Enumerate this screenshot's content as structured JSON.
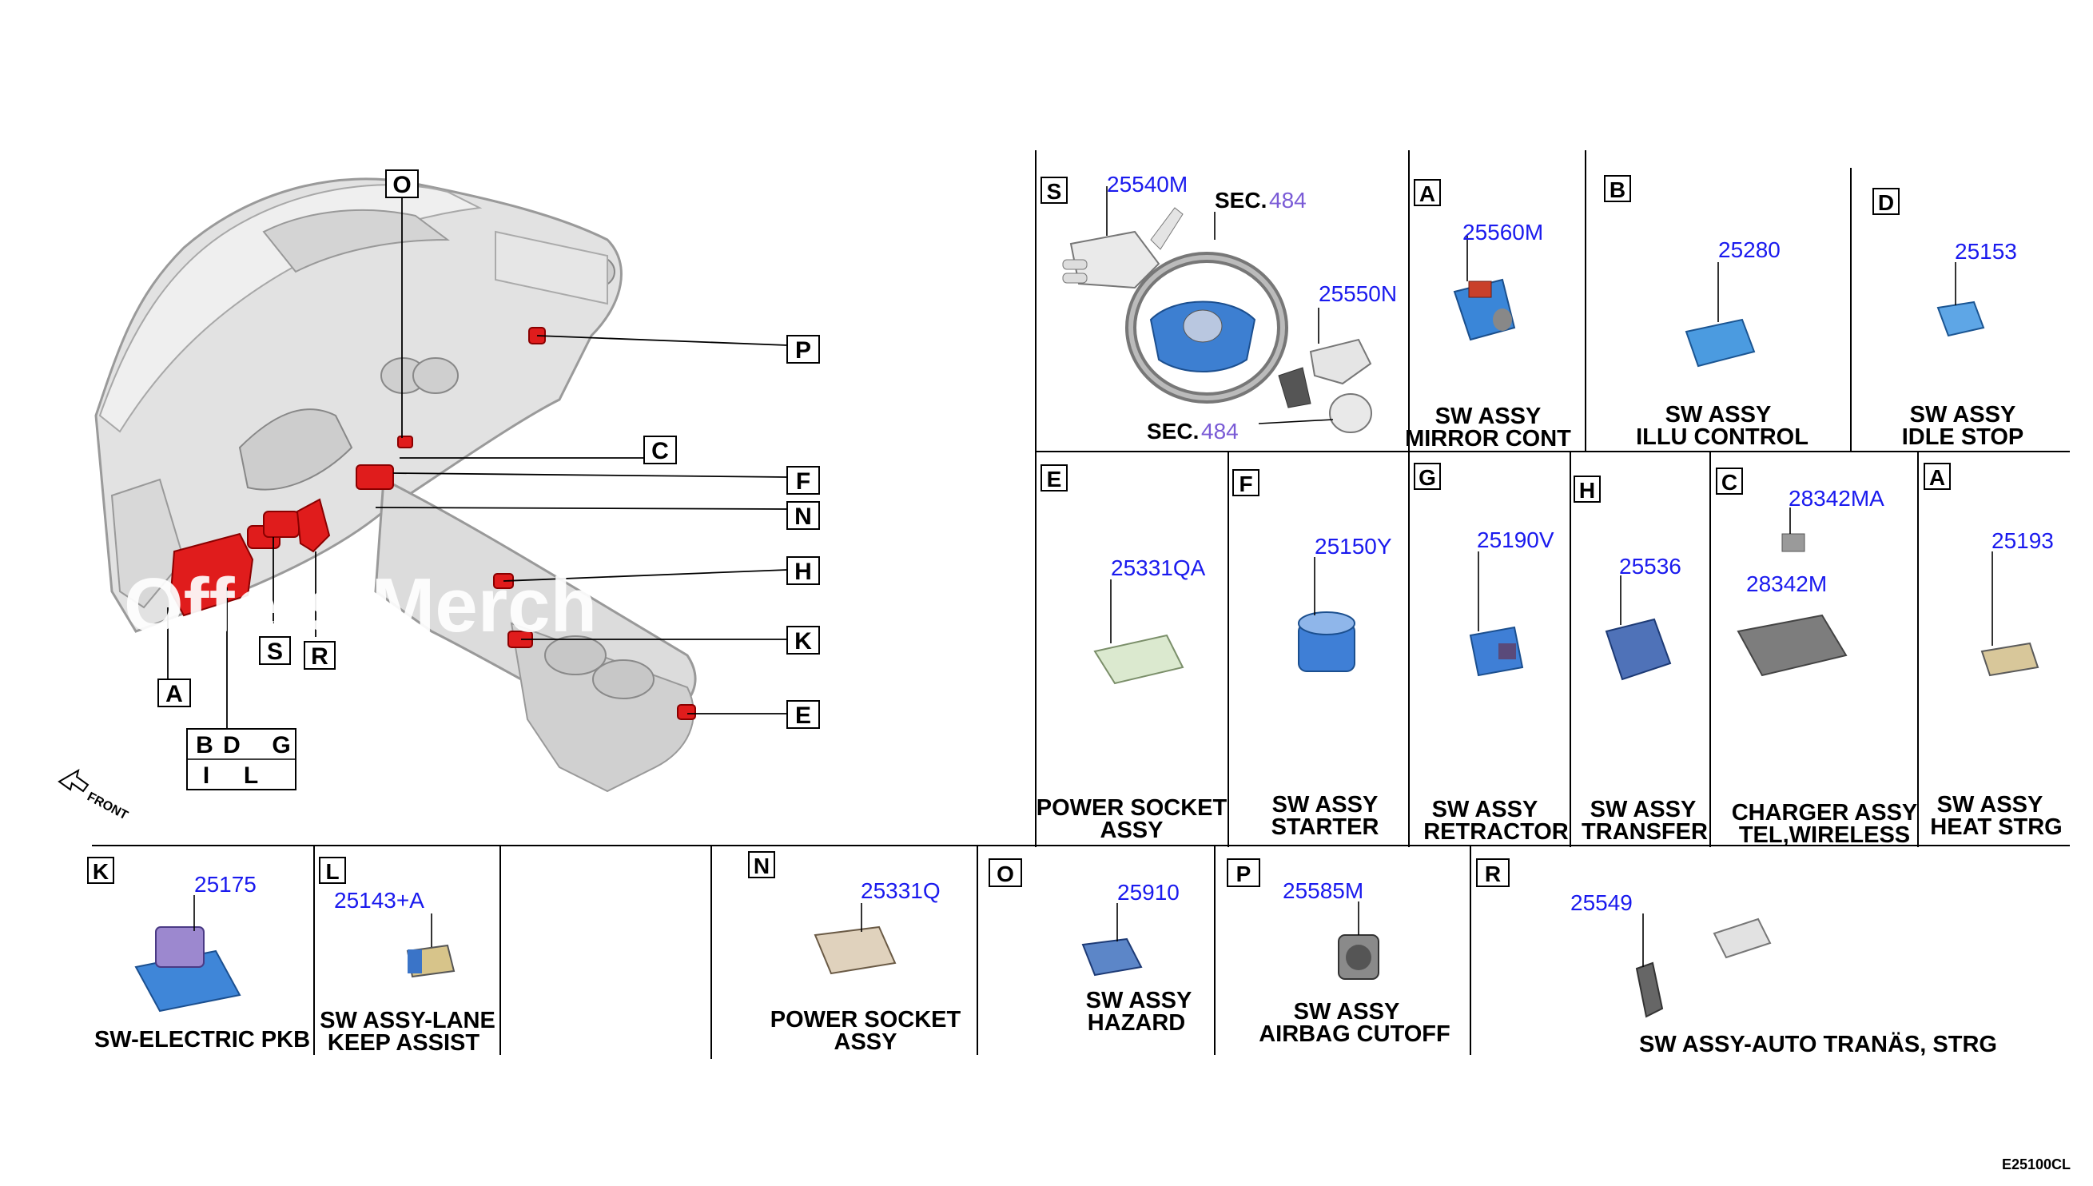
{
  "callouts": {
    "O": "O",
    "P": "P",
    "C": "C",
    "F": "F",
    "N": "N",
    "H": "H",
    "K": "K",
    "E": "E",
    "A": "A",
    "S": "S",
    "R": "R",
    "B": "B",
    "D": "D",
    "G": "G",
    "I": "I",
    "L": "L"
  },
  "front_label": "FRONT",
  "watermark": "Offers Merch",
  "diagram_code": "E25100CL",
  "panels": {
    "S": {
      "letter": "S",
      "pn1": "25540M",
      "pn2": "25550N",
      "sec_label": "SEC.",
      "sec_num": "484"
    },
    "A1": {
      "letter": "A",
      "pn": "25560M",
      "name1": "SW ASSY",
      "name2": "MIRROR CONT"
    },
    "B": {
      "letter": "B",
      "pn": "25280",
      "name1": "SW ASSY",
      "name2": "ILLU CONTROL"
    },
    "D": {
      "letter": "D",
      "pn": "25153",
      "name1": "SW ASSY",
      "name2": "IDLE STOP"
    },
    "E": {
      "letter": "E",
      "pn": "25331QA",
      "name1": "POWER SOCKET",
      "name2": "ASSY"
    },
    "F": {
      "letter": "F",
      "pn": "25150Y",
      "name1": "SW ASSY",
      "name2": "STARTER"
    },
    "G": {
      "letter": "G",
      "pn": "25190V",
      "name1": "SW ASSY",
      "name2": "RETRACTOR"
    },
    "H": {
      "letter": "H",
      "pn": "25536",
      "name1": "SW ASSY",
      "name2": "TRANSFER"
    },
    "C": {
      "letter": "C",
      "pn": "28342MA",
      "pn2": "28342M",
      "name1": "CHARGER ASSY",
      "name2": "TEL,WIRELESS"
    },
    "A2": {
      "letter": "A",
      "pn": "25193",
      "name1": "SW ASSY",
      "name2": "HEAT STRG"
    },
    "K": {
      "letter": "K",
      "pn": "25175",
      "name1": "SW-ELECTRIC PKB"
    },
    "L": {
      "letter": "L",
      "pn": "25143+A",
      "name1": "SW ASSY-LANE",
      "name2": "KEEP ASSIST"
    },
    "N": {
      "letter": "N",
      "pn": "25331Q",
      "name1": "POWER SOCKET",
      "name2": "ASSY"
    },
    "O": {
      "letter": "O",
      "pn": "25910",
      "name1": "SW ASSY",
      "name2": "HAZARD"
    },
    "P": {
      "letter": "P",
      "pn": "25585M",
      "name1": "SW ASSY",
      "name2": "AIRBAG CUTOFF"
    },
    "R": {
      "letter": "R",
      "pn": "25549",
      "name1": "SW ASSY-AUTO TRANÄS, STRG"
    }
  }
}
